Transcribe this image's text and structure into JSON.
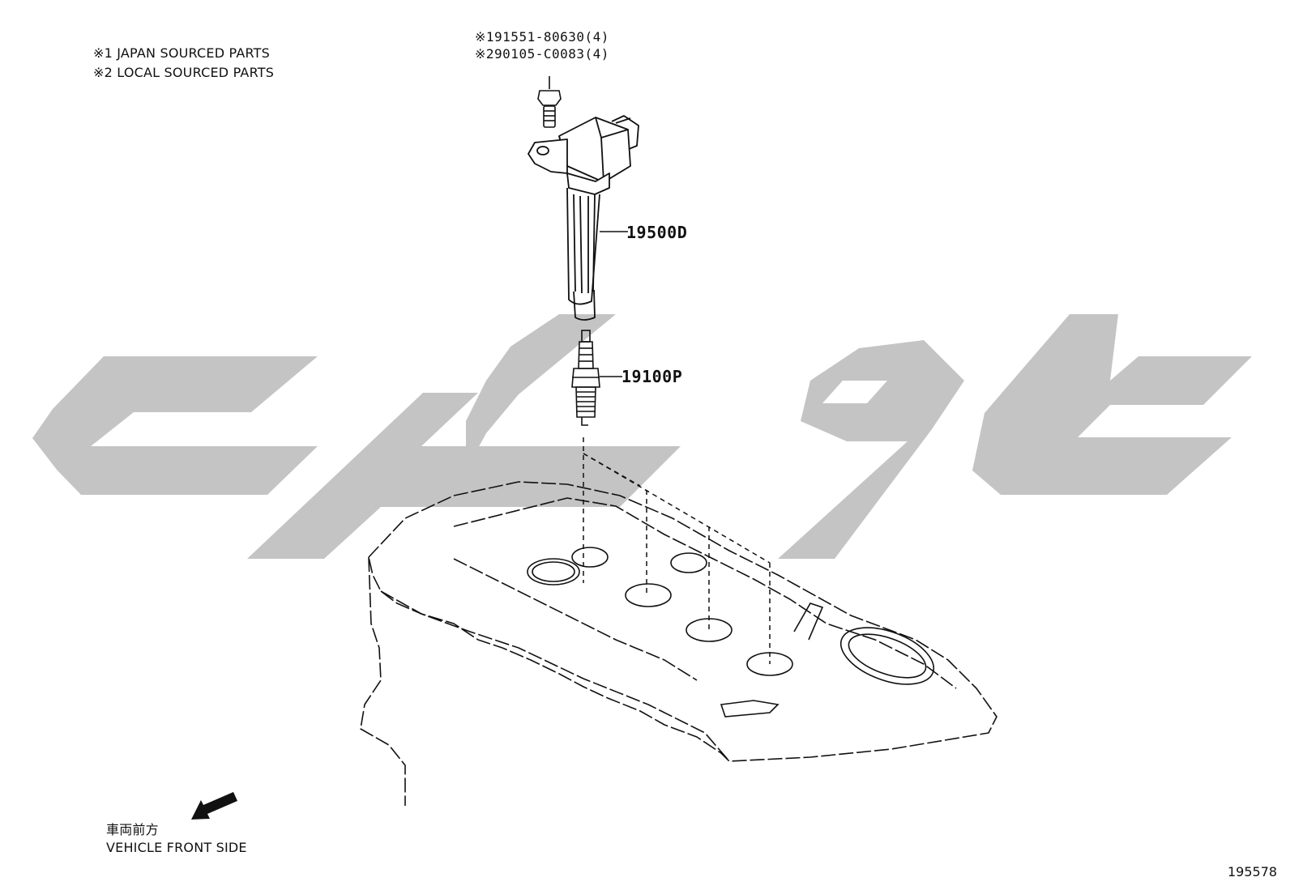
{
  "legend": {
    "note_1": "※1 JAPAN SOURCED PARTS",
    "note_2": "※2 LOCAL SOURCED PARTS"
  },
  "fastener_parts": {
    "part_1": "※191551-80630(4)",
    "part_2": "※290105-C0083(4)"
  },
  "callouts": {
    "ignition_coil": "19500D",
    "spark_plug": "19100P"
  },
  "orientation": {
    "japanese": "車両前方",
    "english": "VEHICLE FRONT SIDE"
  },
  "diagram_id": "195578",
  "watermark": {
    "color": "#c4c4c4"
  }
}
